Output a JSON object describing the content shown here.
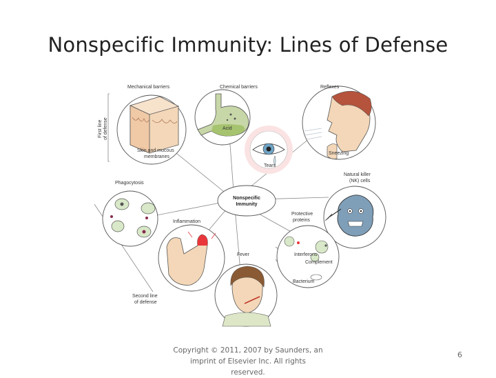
{
  "slide": {
    "title": "Nonspecific Immunity: Lines of Defense",
    "footer_line1": "Copyright © 2011, 2007 by Saunders, an",
    "footer_line2": "imprint of Elsevier Inc. All rights reserved.",
    "page_number": "6"
  },
  "diagram": {
    "center_line1": "Nonspecific",
    "center_line2": "Immunity",
    "first_line_1": "First line",
    "first_line_2": "of defense",
    "second_line_1": "Second line",
    "second_line_2": "of defense",
    "mechanical": "Mechanical barriers",
    "skin_1": "Skin and mucous",
    "skin_2": "membranes",
    "chemical": "Chemical barriers",
    "acid": "Acid",
    "tears": "Tears",
    "reflexes": "Reflexes",
    "sneezing": "Sneezing",
    "nk_1": "Natural killer",
    "nk_2": "(NK) cells",
    "phagocytosis": "Phagocytosis",
    "inflammation": "Inflammation",
    "protective_1": "Protective",
    "protective_2": "proteins",
    "interferons": "Interferons",
    "complement": "Complement",
    "bacterium": "Bacterium",
    "fever": "Fever"
  },
  "colors": {
    "skin_tone": "#f3d7b8",
    "acid_green": "#a6c36f",
    "nk_blue": "#7f9fb9",
    "inflamed_red": "#e8363a",
    "outline": "#555555"
  }
}
